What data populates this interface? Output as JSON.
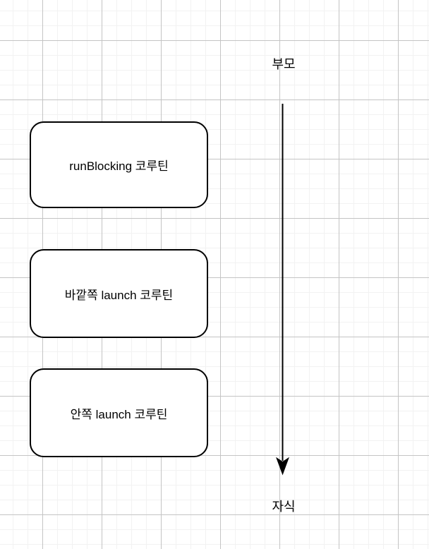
{
  "diagram": {
    "parent_label": "부모",
    "child_label": "자식",
    "nodes": [
      {
        "label": "runBlocking 코루틴"
      },
      {
        "label": "바깥쪽 launch 코루틴"
      },
      {
        "label": "안쪽 launch 코루틴"
      }
    ],
    "edge": {
      "from": "부모",
      "to": "자식",
      "direction": "down",
      "style": "solid",
      "arrowhead": "classic"
    },
    "colors": {
      "background": "#ffffff",
      "grid_minor": "#f2f2f2",
      "grid_major": "#c4c4c4",
      "node_fill": "#ffffff",
      "node_stroke": "#000000",
      "text": "#000000",
      "edge_stroke": "#000000"
    }
  }
}
